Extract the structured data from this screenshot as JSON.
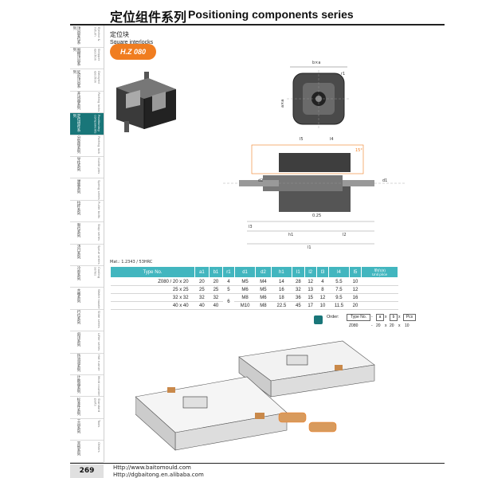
{
  "header": {
    "title_cn": "定位组件系列",
    "title_en": "Positioning components series"
  },
  "sidebar": {
    "items": [
      {
        "cn": "顶出复位系列",
        "en": "Ejector & return"
      },
      {
        "cn": "脱模顶出系列",
        "en": "Stripper ejection"
      },
      {
        "cn": "延迟顶出系列",
        "en": "Delayed ejection"
      },
      {
        "cn": "开闭器系列",
        "en": "Parting locks"
      },
      {
        "cn": "定位组件系列",
        "en": "Positioning components"
      },
      {
        "cn": "分型锁系列",
        "en": "Parting lock"
      },
      {
        "cn": "导柱系列",
        "en": "Guide pins"
      },
      {
        "cn": "弹簧系列",
        "en": "Spring series"
      },
      {
        "cn": "拉杆系列",
        "en": "Puller bolts"
      },
      {
        "cn": "限位系列",
        "en": "Stop series"
      },
      {
        "cn": "浇口系列",
        "en": "Sprue series"
      },
      {
        "cn": "冷却系列",
        "en": "Cooling series"
      },
      {
        "cn": "水嘴系列",
        "en": "Water nozzle"
      },
      {
        "cn": "行位系列",
        "en": "Slide series"
      },
      {
        "cn": "斜顶系列",
        "en": "Lifter series"
      },
      {
        "cn": "热流道系列",
        "en": "Hot runner"
      },
      {
        "cn": "计数器系列",
        "en": "Mold counter"
      },
      {
        "cn": "标准件系列",
        "en": "Standard parts"
      },
      {
        "cn": "工具系列",
        "en": "Tools"
      },
      {
        "cn": "其他系列",
        "en": "Others"
      }
    ]
  },
  "product": {
    "name_cn": "定位块",
    "name_en": "Square interlocks",
    "code": "H.Z 080"
  },
  "drawing": {
    "top_labels": {
      "b": "b×a",
      "a": "a×a",
      "r": "r1"
    },
    "section_labels": [
      "l3",
      "d2",
      "d1",
      "l5",
      "l4",
      "h1",
      "0.25",
      "l2",
      "l1",
      "15°"
    ]
  },
  "material": "Mat.: 1.2343 / 53HRC",
  "table": {
    "headers": [
      "Type No.",
      "a1",
      "b1",
      "r1",
      "d1",
      "d2",
      "h1",
      "l1",
      "l2",
      "l3",
      "l4",
      "l5"
    ],
    "unit_cn": "单价(¥)",
    "unit_en": "Unit price",
    "rows": [
      [
        "Z080 / 20 x 20",
        "20",
        "20",
        "4",
        "M5",
        "M4",
        "14",
        "28",
        "12",
        "4",
        "5.5",
        "10",
        ""
      ],
      [
        "25 x 25",
        "25",
        "25",
        "5",
        "M6",
        "M5",
        "16",
        "32",
        "13",
        "8",
        "7.5",
        "12",
        ""
      ],
      [
        "32 x 32",
        "32",
        "32",
        "",
        "M8",
        "M6",
        "18",
        "36",
        "15",
        "12",
        "9.5",
        "16",
        ""
      ],
      [
        "40 x 40",
        "40",
        "40",
        "",
        "M10",
        "M8",
        "22.5",
        "45",
        "17",
        "10",
        "11.5",
        "20",
        ""
      ]
    ],
    "merged_r1": "6"
  },
  "order": {
    "label": "Order:",
    "type_label": "Type No.",
    "parts": [
      "-",
      "a",
      "x",
      "b",
      "x",
      "Pcs"
    ],
    "example": [
      "Z080",
      "-",
      "20",
      "x",
      "20",
      "x",
      "10"
    ]
  },
  "colors": {
    "accent_orange": "#f07d20",
    "table_head": "#42b6bf",
    "sidebar_active": "#197679"
  },
  "footer": {
    "page": "269",
    "url1": "Http://www.baitomould.com",
    "url2": "Http://dgbaitong.en.alibaba.com"
  }
}
